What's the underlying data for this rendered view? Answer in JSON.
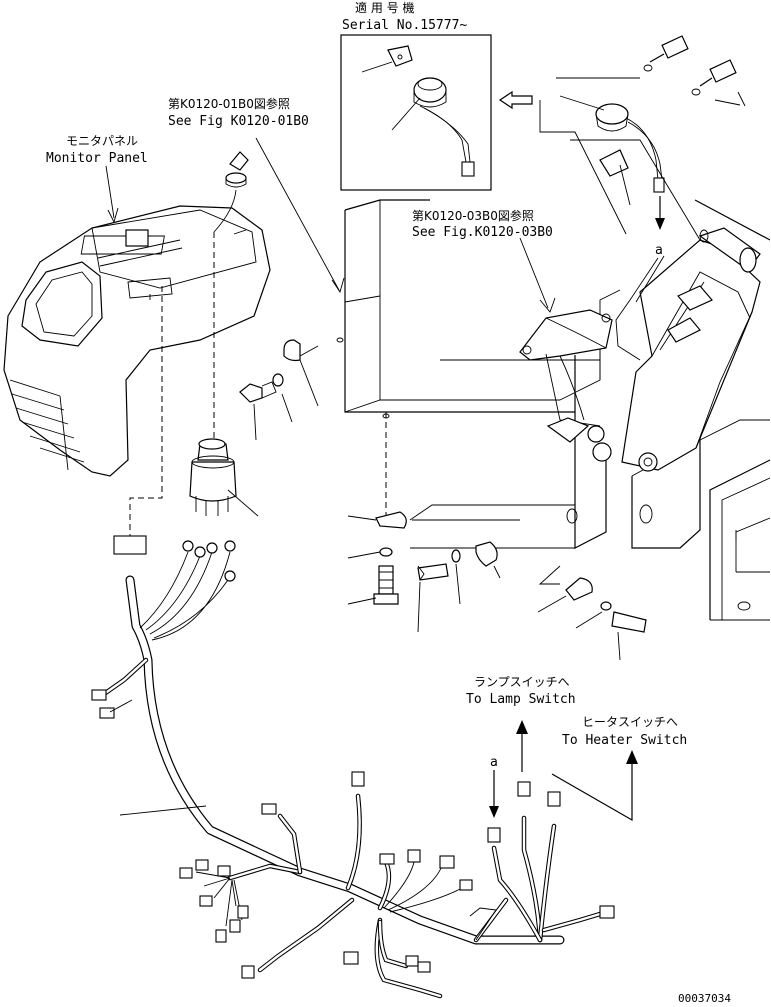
{
  "labels": {
    "serial_jp": "適 用 号 機",
    "serial_en": "Serial No.15777~",
    "fig01_jp": "第K0120-01B0図参照",
    "fig01_en": "See Fig K0120-01B0",
    "fig03_jp": "第K0120-03B0図参照",
    "fig03_en": "See Fig.K0120-03B0",
    "monitor_jp": "モニタパネル",
    "monitor_en": "Monitor Panel",
    "lamp_jp": "ランプスイッチへ",
    "lamp_en": "To Lamp Switch",
    "heater_jp": "ヒータスイッチへ",
    "heater_en": "To Heater Switch",
    "ref_a_top": "a",
    "ref_a_bottom": "a",
    "drawing_no": "00037034"
  }
}
